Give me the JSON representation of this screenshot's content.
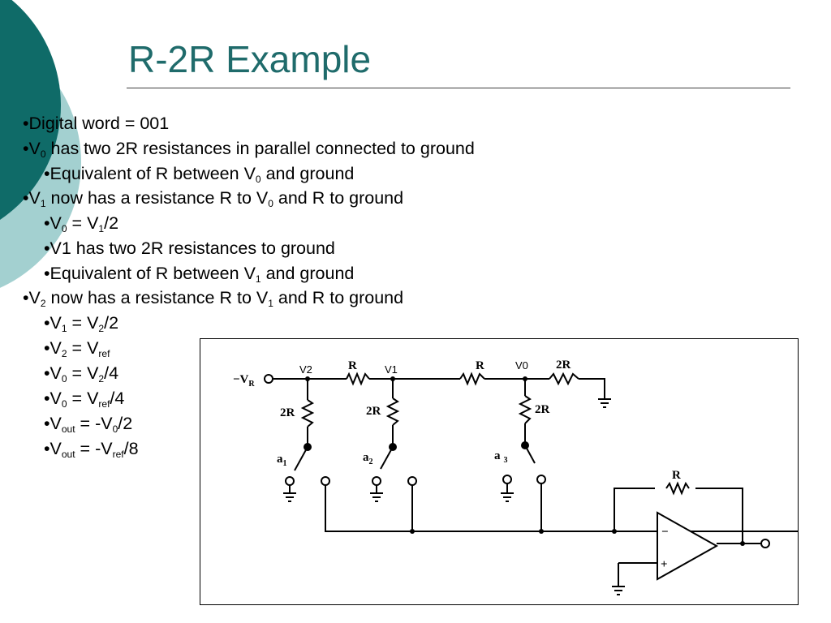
{
  "title": "R-2R Example",
  "colors": {
    "accent": "#1f6b6b",
    "circle_dark": "#0f6b68",
    "circle_light": "#a3d0d0"
  },
  "bullets": [
    {
      "parts": [
        "•Digital word = 001"
      ]
    },
    {
      "parts": [
        "•V",
        "0",
        " has two 2R resistances in parallel connected to ground"
      ]
    },
    {
      "parts": [
        "•Equivalent of R between V",
        "0",
        " and ground"
      ]
    },
    {
      "parts": [
        "•V",
        "1",
        " now has a resistance R to V",
        "0",
        " and R to ground"
      ]
    },
    {
      "parts": [
        "•V",
        "0",
        " = V",
        "1",
        "/2"
      ]
    },
    {
      "parts": [
        "•V1 has two 2R resistances to ground"
      ]
    },
    {
      "parts": [
        "•Equivalent of R between V",
        "1",
        " and ground"
      ]
    },
    {
      "parts": [
        "•V",
        "2",
        " now has a resistance R to V",
        "1",
        " and R to ground"
      ]
    },
    {
      "parts": [
        "•V",
        "1",
        " = V",
        "2",
        "/2"
      ]
    },
    {
      "parts": [
        "•V",
        "2",
        " = V",
        "ref"
      ]
    },
    {
      "parts": [
        "•V",
        "0",
        " = V",
        "2",
        "/4"
      ]
    },
    {
      "parts": [
        "•V",
        "0",
        " = V",
        "ref",
        "/4"
      ]
    },
    {
      "parts": [
        "•V",
        "out",
        " = -V",
        "0",
        "/2"
      ]
    },
    {
      "parts": [
        "•V",
        "out",
        " = -V",
        "ref",
        "/8"
      ]
    }
  ],
  "circuit": {
    "vr_label": "−V",
    "vr_sub": "R",
    "node_v2": "V2",
    "node_v1": "V1",
    "node_v0": "V0",
    "r_top_1": "R",
    "r_top_2": "R",
    "r_top_3": "2R",
    "r_leg_1": "2R",
    "r_leg_2": "2R",
    "r_leg_3": "2R",
    "switch_a": "a",
    "switch_1": "1",
    "switch_2": "2",
    "switch_3": "3",
    "r_feedback": "R",
    "opamp_minus": "−",
    "opamp_plus": "+"
  }
}
